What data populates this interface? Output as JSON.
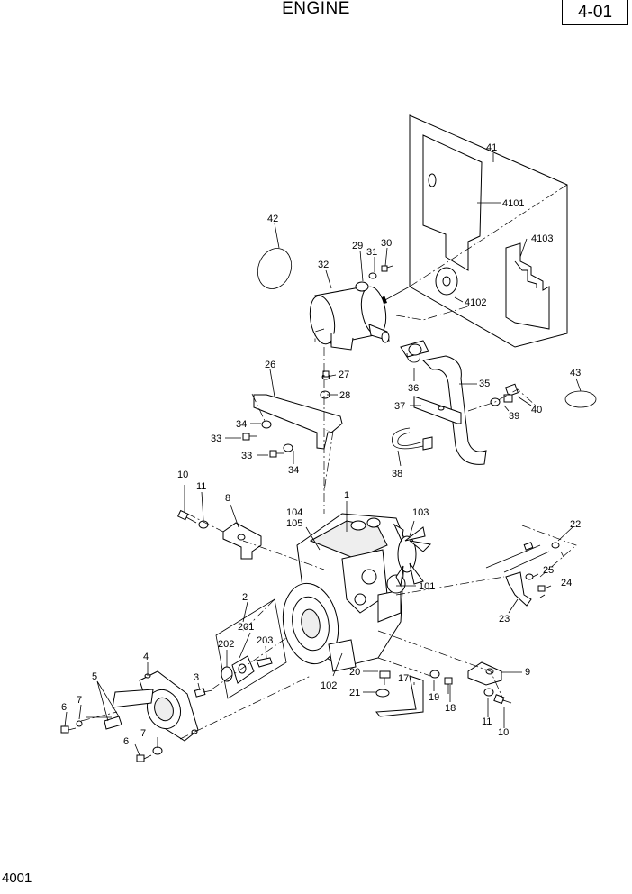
{
  "header": {
    "title": "ENGINE",
    "page_code": "4-01"
  },
  "footer": {
    "figure_number": "4001"
  },
  "callouts": [
    "1",
    "2",
    "3",
    "4",
    "5",
    "6",
    "7",
    "8",
    "9",
    "10",
    "11",
    "17",
    "18",
    "19",
    "20",
    "21",
    "22",
    "23",
    "24",
    "25",
    "26",
    "27",
    "28",
    "29",
    "30",
    "31",
    "32",
    "33",
    "34",
    "35",
    "36",
    "37",
    "38",
    "39",
    "40",
    "41",
    "42",
    "43",
    "101",
    "102",
    "103",
    "104",
    "105",
    "201",
    "202",
    "203",
    "4101",
    "4102",
    "4103"
  ],
  "labels": {
    "c1": "1",
    "c2": "2",
    "c3": "3",
    "c4": "4",
    "c5": "5",
    "c6a": "6",
    "c6b": "6",
    "c7a": "7",
    "c7b": "7",
    "c8": "8",
    "c9": "9",
    "c10a": "10",
    "c10b": "10",
    "c11a": "11",
    "c11b": "11",
    "c17": "17",
    "c18": "18",
    "c19": "19",
    "c20": "20",
    "c21": "21",
    "c22": "22",
    "c23": "23",
    "c24": "24",
    "c25": "25",
    "c26": "26",
    "c27": "27",
    "c28": "28",
    "c29": "29",
    "c30": "30",
    "c31": "31",
    "c32": "32",
    "c33a": "33",
    "c33b": "33",
    "c34a": "34",
    "c34b": "34",
    "c35": "35",
    "c36": "36",
    "c37": "37",
    "c38": "38",
    "c39": "39",
    "c40": "40",
    "c41": "41",
    "c42": "42",
    "c43": "43",
    "c101": "101",
    "c102": "102",
    "c103": "103",
    "c104": "104",
    "c105": "105",
    "c201": "201",
    "c202": "202",
    "c203": "203",
    "c4101": "4101",
    "c4102": "4102",
    "c4103": "4103"
  }
}
